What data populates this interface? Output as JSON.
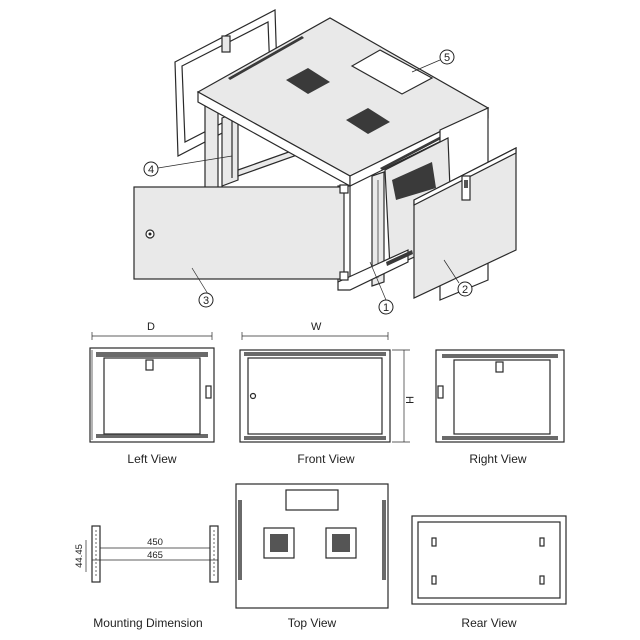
{
  "callouts": {
    "c1": "1",
    "c2": "2",
    "c3": "3",
    "c4": "4",
    "c5": "5"
  },
  "views": {
    "left": "Left View",
    "front": "Front View",
    "right": "Right View",
    "mounting": "Mounting Dimension",
    "top": "Top View",
    "rear": "Rear View"
  },
  "dimensions": {
    "depth": "D",
    "width": "W",
    "height": "H",
    "rail_inner": "450",
    "rail_outer": "465",
    "unit_height": "44.45"
  }
}
